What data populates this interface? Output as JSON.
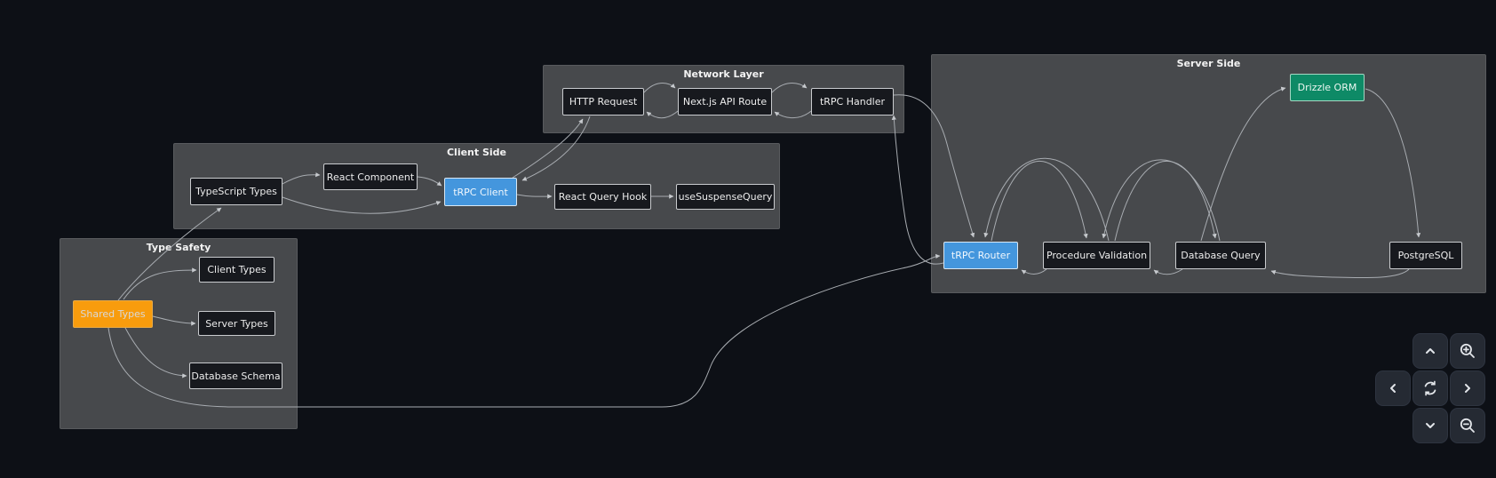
{
  "app": {
    "background": "#0d1016",
    "kind": "flow-diagram-canvas"
  },
  "groups": {
    "network": {
      "label": "Network Layer"
    },
    "client": {
      "label": "Client Side"
    },
    "type_safety": {
      "label": "Type Safety"
    },
    "server": {
      "label": "Server Side"
    }
  },
  "nodes": {
    "http_request": {
      "label": "HTTP Request",
      "accent": "dark"
    },
    "nextjs_api_route": {
      "label": "Next.js API Route",
      "accent": "dark"
    },
    "trpc_handler": {
      "label": "tRPC Handler",
      "accent": "dark"
    },
    "typescript_types": {
      "label": "TypeScript Types",
      "accent": "dark"
    },
    "react_component": {
      "label": "React Component",
      "accent": "dark"
    },
    "trpc_client": {
      "label": "tRPC Client",
      "accent": "blue"
    },
    "react_query_hook": {
      "label": "React Query Hook",
      "accent": "dark"
    },
    "use_suspense_query": {
      "label": "useSuspenseQuery",
      "accent": "dark"
    },
    "shared_types": {
      "label": "Shared Types",
      "accent": "orange"
    },
    "client_types": {
      "label": "Client Types",
      "accent": "dark"
    },
    "server_types": {
      "label": "Server Types",
      "accent": "dark"
    },
    "database_schema": {
      "label": "Database Schema",
      "accent": "dark"
    },
    "trpc_router": {
      "label": "tRPC Router",
      "accent": "blue"
    },
    "procedure_validation": {
      "label": "Procedure Validation",
      "accent": "dark"
    },
    "database_query": {
      "label": "Database Query",
      "accent": "dark"
    },
    "drizzle_orm": {
      "label": "Drizzle ORM",
      "accent": "green"
    },
    "postgresql": {
      "label": "PostgreSQL",
      "accent": "dark"
    }
  },
  "edges": [
    {
      "from": "HTTP Request",
      "to": "Next.js API Route"
    },
    {
      "from": "Next.js API Route",
      "to": "HTTP Request"
    },
    {
      "from": "Next.js API Route",
      "to": "tRPC Handler"
    },
    {
      "from": "tRPC Handler",
      "to": "Next.js API Route"
    },
    {
      "from": "tRPC Client",
      "to": "HTTP Request"
    },
    {
      "from": "HTTP Request",
      "to": "tRPC Client"
    },
    {
      "from": "TypeScript Types",
      "to": "React Component"
    },
    {
      "from": "React Component",
      "to": "tRPC Client"
    },
    {
      "from": "TypeScript Types",
      "to": "tRPC Client"
    },
    {
      "from": "tRPC Client",
      "to": "React Query Hook"
    },
    {
      "from": "React Query Hook",
      "to": "useSuspenseQuery"
    },
    {
      "from": "Shared Types",
      "to": "TypeScript Types"
    },
    {
      "from": "Shared Types",
      "to": "Client Types"
    },
    {
      "from": "Shared Types",
      "to": "Server Types"
    },
    {
      "from": "Shared Types",
      "to": "Database Schema"
    },
    {
      "from": "Shared Types",
      "to": "tRPC Router"
    },
    {
      "from": "tRPC Handler",
      "to": "tRPC Router"
    },
    {
      "from": "tRPC Router",
      "to": "tRPC Handler"
    },
    {
      "from": "tRPC Router",
      "to": "Procedure Validation"
    },
    {
      "from": "Procedure Validation",
      "to": "tRPC Router"
    },
    {
      "from": "Procedure Validation",
      "to": "Database Query"
    },
    {
      "from": "Database Query",
      "to": "Procedure Validation"
    },
    {
      "from": "Database Query",
      "to": "Drizzle ORM"
    },
    {
      "from": "Drizzle ORM",
      "to": "PostgreSQL"
    },
    {
      "from": "PostgreSQL",
      "to": "Database Query"
    }
  ],
  "colors": {
    "background": "#0d1016",
    "group_fill": "#47494c",
    "node_fill": "#17191e",
    "node_border": "#c9cbce",
    "accent_blue": "#4496dd",
    "accent_orange": "#f89c0d",
    "accent_green": "#0e8a66",
    "edge": "#a8acb1",
    "control_fill": "#252a33",
    "control_icon": "#e2e5e9"
  },
  "controls": {
    "pan_up": "chevron-up",
    "zoom_in": "magnifier-plus",
    "pan_left": "chevron-left",
    "reset_view": "sync-arrows",
    "pan_right": "chevron-right",
    "pan_down": "chevron-down",
    "zoom_out": "magnifier-minus"
  }
}
